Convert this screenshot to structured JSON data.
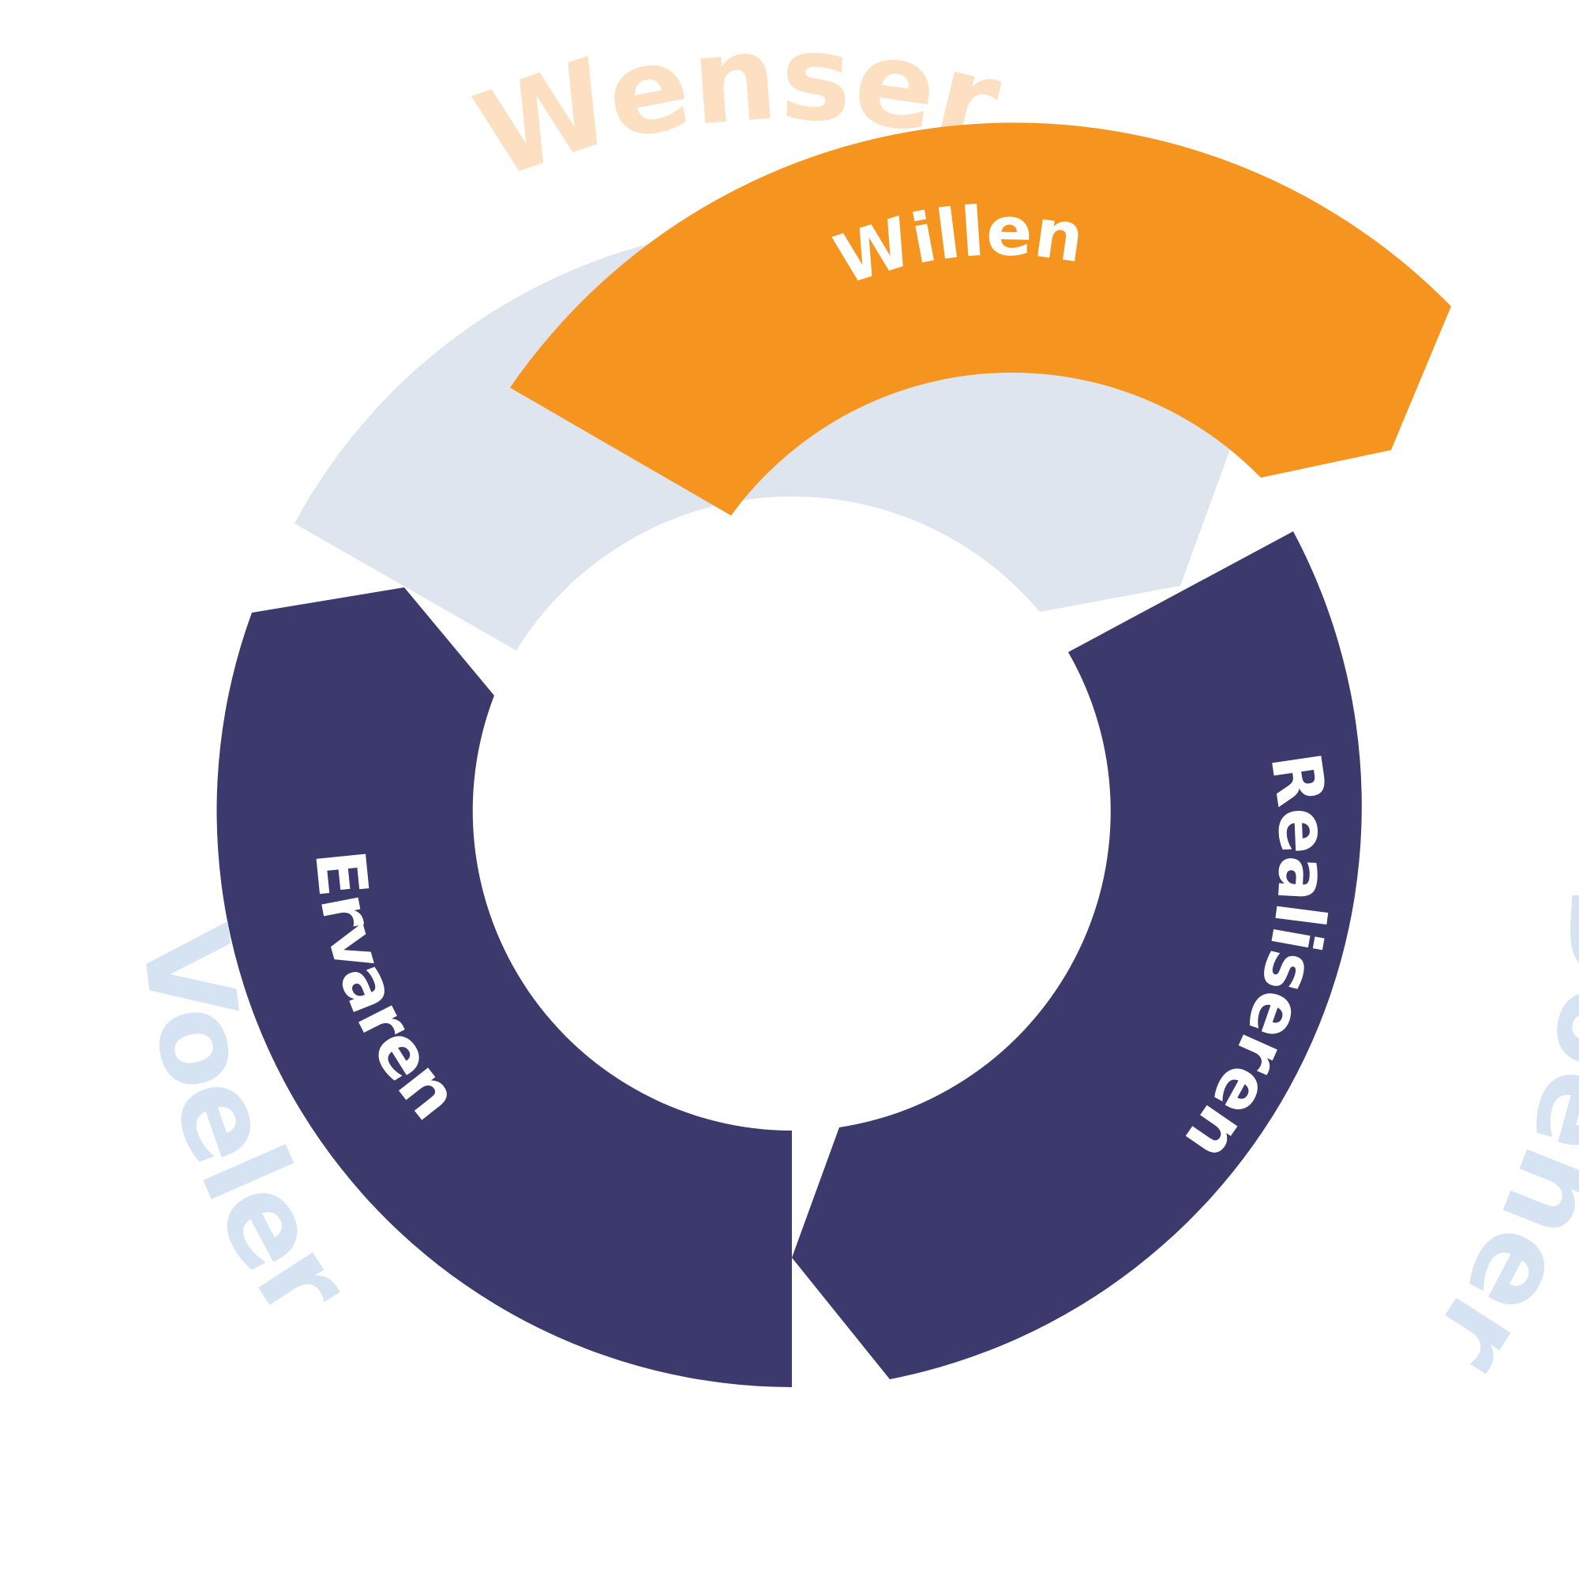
{
  "colors": {
    "background": "#ffffff",
    "ghost_ring": "#dfe5ee",
    "accent_orange": "#f5951f",
    "dark_purple": "#3c396d",
    "outer_peach": "#fde0c2",
    "outer_blue": "#d6e3f3",
    "segment_text": "#ffffff"
  },
  "cycle": {
    "segments": [
      {
        "id": "willen",
        "label": "Willen"
      },
      {
        "id": "realiseren",
        "label": "Realiseren"
      },
      {
        "id": "ervaren",
        "label": "Ervaren"
      }
    ],
    "outer_labels": [
      {
        "id": "wenser",
        "label": "Wenser"
      },
      {
        "id": "doener",
        "label": "Doener"
      },
      {
        "id": "voeler",
        "label": "Voeler"
      }
    ]
  }
}
